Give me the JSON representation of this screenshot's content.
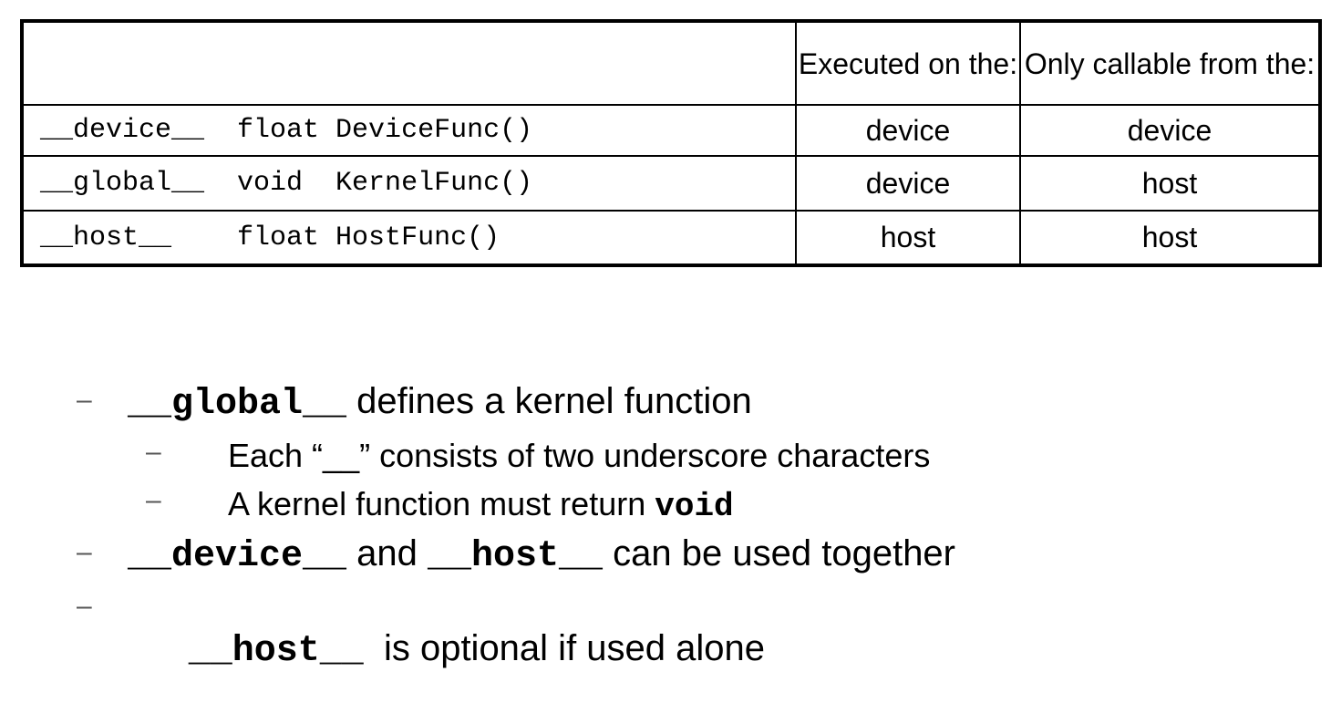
{
  "table": {
    "headers": [
      "",
      "Executed on the:",
      "Only callable from the:"
    ],
    "rows": [
      {
        "code": "__device__  float DeviceFunc()",
        "executed_on": "device",
        "callable_from": "device"
      },
      {
        "code": "__global__  void  KernelFunc()",
        "executed_on": "device",
        "callable_from": "host"
      },
      {
        "code": "__host__    float HostFunc()",
        "executed_on": "host",
        "callable_from": "host"
      }
    ]
  },
  "bullets": {
    "dash": "–",
    "b1": {
      "code": "__global__",
      "text": " defines a kernel function"
    },
    "b1_sub1": {
      "text": "Each “__” consists of two underscore characters"
    },
    "b1_sub2": {
      "text": "A kernel function must return ",
      "code": "void"
    },
    "b2": {
      "code1": "__device__",
      "text1": " and ",
      "code2": "__host__",
      "text2": " can be used together"
    },
    "b3": {
      "code": "__host__",
      "text": "  is optional if used alone"
    }
  }
}
